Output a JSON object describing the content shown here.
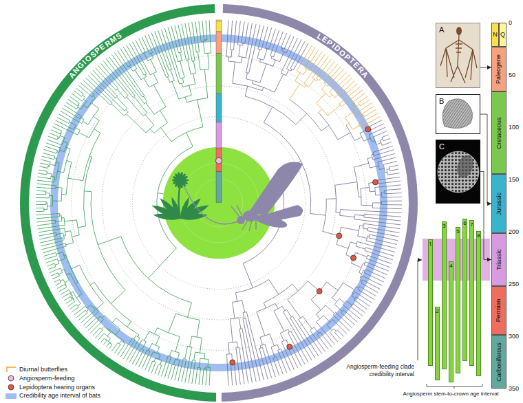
{
  "diagram": {
    "nodes": [
      {
        "text": [
          "A"
        ]
      },
      {
        "text": [
          "B"
        ]
      },
      {
        "text": [
          "C"
        ]
      },
      {
        "text": [
          "N"
        ]
      },
      {
        "text": [
          "Q"
        ]
      },
      {
        "text": [
          "Paleogene"
        ]
      },
      {
        "text": [
          "Cretaceous"
        ]
      },
      {
        "text": [
          "Jurassic"
        ]
      },
      {
        "text": [
          "Triassic"
        ]
      },
      {
        "text": [
          "Permian"
        ]
      },
      {
        "text": [
          "Carboniferous"
        ]
      },
      {
        "text": [
          "1"
        ]
      },
      {
        "text": [
          "2"
        ]
      },
      {
        "text": [
          "3"
        ]
      },
      {
        "text": [
          "4"
        ]
      },
      {
        "text": [
          "5"
        ]
      },
      {
        "text": [
          "6"
        ]
      },
      {
        "text": [
          "7"
        ]
      },
      {
        "text": [
          "8"
        ]
      }
    ],
    "edges": [
      {
        "from": 0,
        "to": 5,
        "arrow": "to"
      },
      {
        "from": 1,
        "to": 7,
        "arrow": "to"
      },
      {
        "from": 2,
        "to": 8,
        "arrow": "to"
      }
    ],
    "labels": [
      "ANGIOSPERMS",
      "LEPIDOPTERA",
      "0",
      "50",
      "100",
      "150",
      "200",
      "250",
      "300",
      "350",
      "Angiosperm-feeding clade credibility interval",
      "Angiosperm stem-to-crown age interval"
    ],
    "legend": [
      {
        "text": "Diurnal butterflies"
      },
      {
        "text": "Angiosperm-feeding"
      },
      {
        "text": "Lepidoptera hearing organs"
      },
      {
        "text": "Credibility age interval of bats",
        "color": "#9fbdf0"
      }
    ]
  }
}
